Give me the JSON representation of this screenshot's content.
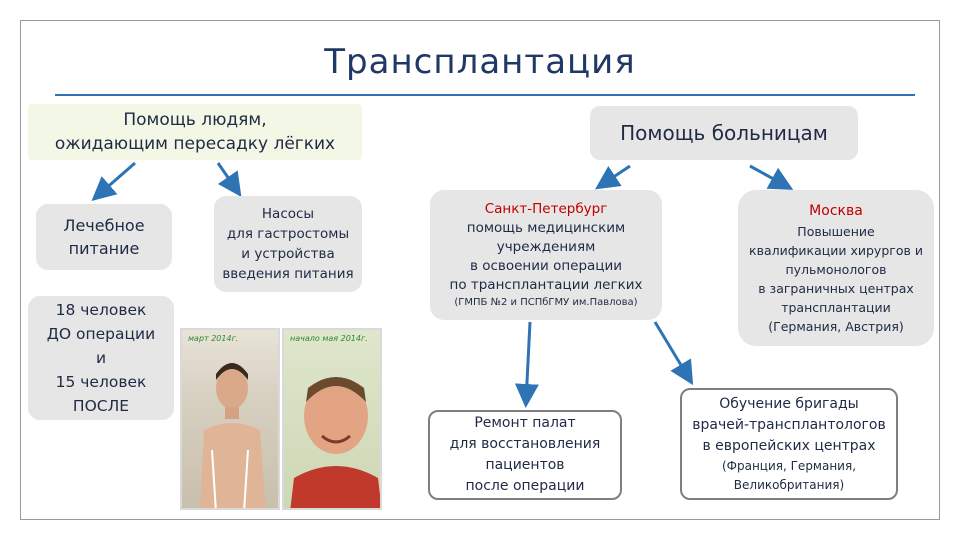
{
  "title": "Трансплантация",
  "left_header": [
    "Помощь людям,",
    "ожидающим пересадку лёгких"
  ],
  "right_header": "Помощь больницам",
  "nutrition": [
    "Лечебное",
    "питание"
  ],
  "pumps": [
    "Насосы",
    "для гастростомы",
    "и устройства",
    "введения питания"
  ],
  "people": [
    "18 человек",
    "ДО операции",
    "и",
    "15 человек",
    "ПОСЛЕ"
  ],
  "spb": {
    "title": "Санкт-Петербург",
    "lines": [
      "помощь медицинским",
      "учреждениям",
      "в освоении операции",
      "по трансплантации легких"
    ],
    "note": "(ГМПБ №2 и ПСПбГМУ им.Павлова)"
  },
  "moscow": {
    "title": "Москва",
    "lines": [
      "Повышение",
      "квалификации хирургов и",
      "пульмонологов",
      "в заграничных центрах",
      "трансплантации",
      "(Германия, Австрия)"
    ]
  },
  "repair": [
    "Ремонт палат",
    "для восстановления",
    "пациентов",
    "после операции"
  ],
  "training": {
    "lines": [
      "Обучение бригады",
      "врачей-трансплантологов",
      "в европейских центрах"
    ],
    "note": [
      "(Франция, Германия,",
      "Великобритания)"
    ]
  },
  "photos": {
    "before_stamp": "март 2014г.",
    "after_stamp": "начало мая 2014г."
  },
  "colors": {
    "arrow": "#2e74b5",
    "title": "#1f3864",
    "accent": "#c00000"
  }
}
